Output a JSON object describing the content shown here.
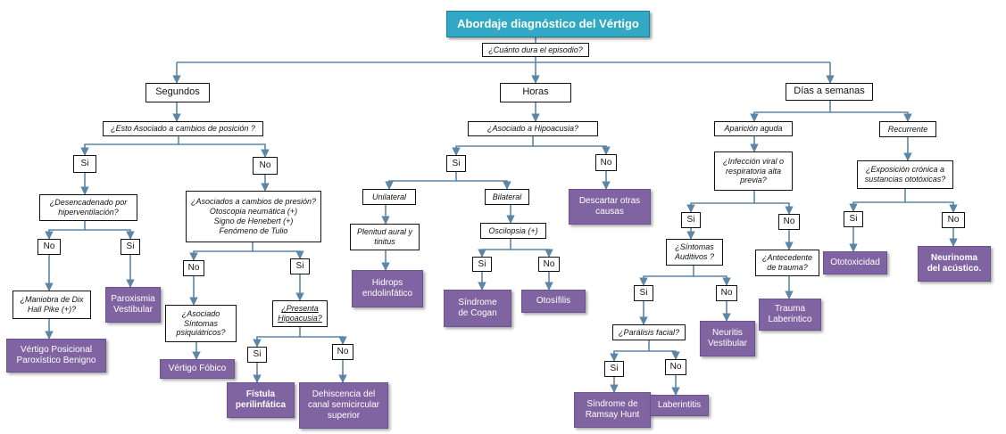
{
  "title": "Abordaje diagnóstico del Vértigo",
  "root_question": "¿Cuánto dura el episodio?",
  "duration": {
    "seconds": "Segundos",
    "hours": "Horas",
    "days": "Días a semanas"
  },
  "seconds_branch": {
    "question": "¿Esto Asociado a cambios de posición ?",
    "yes": "Si",
    "no": "No",
    "yes_question": "¿Desencadenado por\nhiperventilación?",
    "yes_no": "No",
    "yes_yes": "Si",
    "dix_hallpike": "¿Maniobra de Dix\nHall Pike  (+)?",
    "vppb": "Vértigo Posicional\nParoxístico Benigno",
    "paroxismia": "Paroxismia\nVestibular",
    "no_question": "¿Asociados a cambios de presión?\nOtoscopia neumática (+)\nSigno de Henebert  (+)\nFenómeno de Tulio",
    "pres_no": "No",
    "pres_yes": "Si",
    "psych_question": "¿Asociado\nSíntomas\npsiquiátricos?",
    "vertigo_fobico": "Vértigo Fóbico",
    "hipoacusia_question": "¿Presenta\nHipoacusia?",
    "hip_yes": "Si",
    "hip_no": "No",
    "fistula": "Fístula\nperilinfática",
    "dehiscencia": "Dehiscencia del\ncanal semicircular\nsuperior"
  },
  "hours_branch": {
    "question": "¿Asociado a  Hipoacusia?",
    "yes": "Si",
    "no": "No",
    "descartar": "Descartar otras\ncausas",
    "unilateral": "Unilateral",
    "bilateral": "Bilateral",
    "plenitud": "Plenitud aural y\ntinitus",
    "hidrops": "Hidrops\nendolinfático",
    "oscilopsia": "Oscilopsia  (+)",
    "osc_yes": "Si",
    "osc_no": "No",
    "cogan": "Síndrome\nde Cogan",
    "otosifilis": "Otosífilis"
  },
  "days_branch": {
    "aparicion": "Aparición aguda",
    "recurrente": "Recurrente",
    "infeccion": "¿Infección viral o\nrespiratoria alta\nprevia?",
    "inf_yes": "Si",
    "inf_no": "No",
    "auditivos": "¿Síntomas\nAuditivos ?",
    "aud_yes": "Si",
    "aud_no": "No",
    "paralisis": "¿Parálisis facial?",
    "par_yes": "Si",
    "par_no": "No",
    "ramsay": "Síndrome de\nRamsay Hunt",
    "laberintitis": "Laberintitis",
    "neuritis": "Neuritis\nVestibular",
    "trauma_question": "¿Antecedente\nde trauma?",
    "trauma": "Trauma\nLaberintico",
    "exposicion": "¿Exposición crónica a\nsustancias ototóxicas?",
    "exp_yes": "Si",
    "exp_no": "No",
    "ototoxicidad": "Ototoxicidad",
    "neurinoma": "Neurinoma\ndel acústico."
  },
  "colors": {
    "title_bg": "#31a9c4",
    "outcome_bg": "#8064a2",
    "connector": "#5b86a8"
  }
}
